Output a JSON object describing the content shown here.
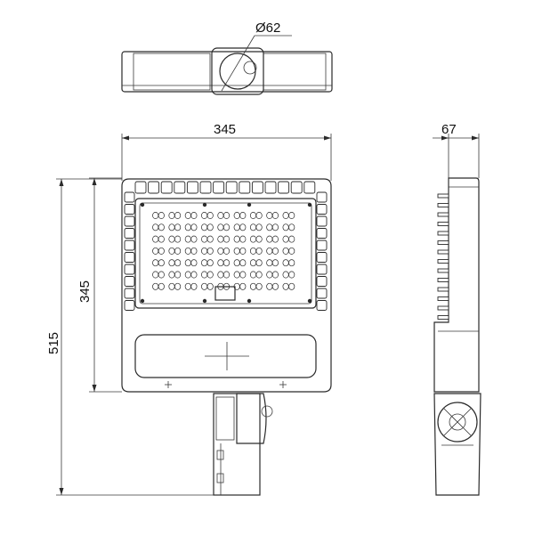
{
  "dimensions": {
    "diameter": "Ø62",
    "width": "345",
    "depth": "67",
    "panel_height": "345",
    "total_height": "515"
  },
  "colors": {
    "line": "#2a2a2a",
    "background": "#ffffff"
  },
  "led_grid": {
    "rows": 7,
    "cols": 9
  }
}
